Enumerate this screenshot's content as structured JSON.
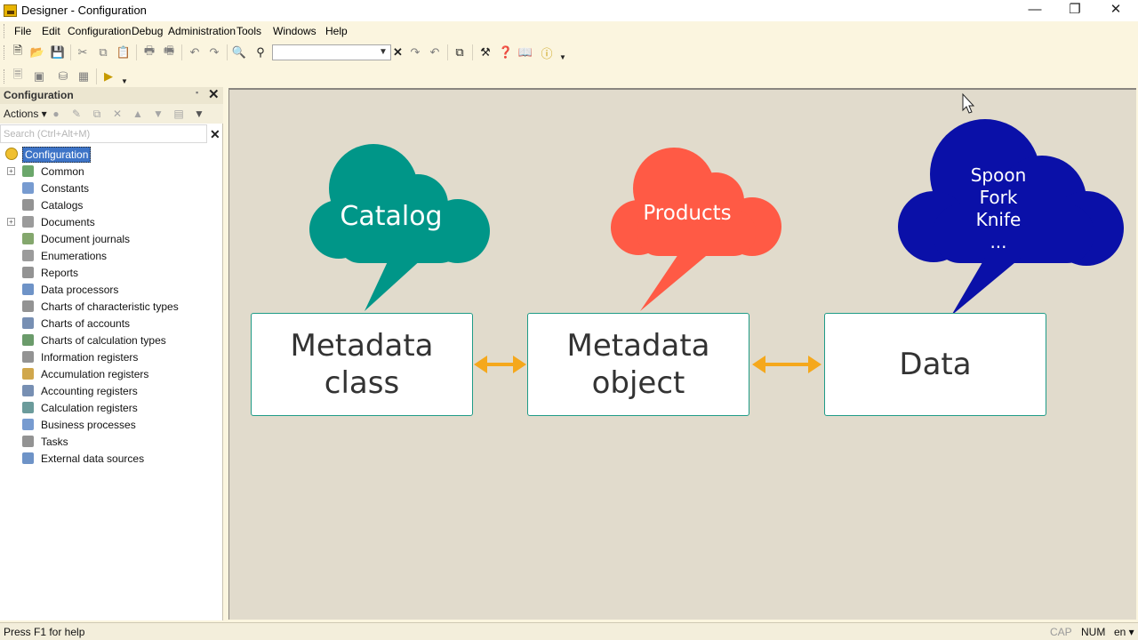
{
  "window": {
    "title": "Designer - Configuration"
  },
  "menu": [
    "File",
    "Edit",
    "Configuration",
    "Debug",
    "Administration",
    "Tools",
    "Windows",
    "Help"
  ],
  "panel": {
    "title": "Configuration",
    "actions_label": "Actions ▾",
    "search_placeholder": "Search (Ctrl+Alt+M)",
    "root": "Configuration",
    "items": [
      {
        "label": "Common",
        "icon": "common-icon",
        "expandable": true
      },
      {
        "label": "Constants",
        "icon": "constants-icon",
        "expandable": false
      },
      {
        "label": "Catalogs",
        "icon": "catalogs-icon",
        "expandable": false
      },
      {
        "label": "Documents",
        "icon": "documents-icon",
        "expandable": true
      },
      {
        "label": "Document journals",
        "icon": "document-journals-icon",
        "expandable": false
      },
      {
        "label": "Enumerations",
        "icon": "enumerations-icon",
        "expandable": false
      },
      {
        "label": "Reports",
        "icon": "reports-icon",
        "expandable": false
      },
      {
        "label": "Data processors",
        "icon": "data-processors-icon",
        "expandable": false
      },
      {
        "label": "Charts of characteristic types",
        "icon": "charts-characteristic-icon",
        "expandable": false
      },
      {
        "label": "Charts of accounts",
        "icon": "charts-accounts-icon",
        "expandable": false
      },
      {
        "label": "Charts of calculation types",
        "icon": "charts-calculation-icon",
        "expandable": false
      },
      {
        "label": "Information registers",
        "icon": "information-registers-icon",
        "expandable": false
      },
      {
        "label": "Accumulation registers",
        "icon": "accumulation-registers-icon",
        "expandable": false
      },
      {
        "label": "Accounting registers",
        "icon": "accounting-registers-icon",
        "expandable": false
      },
      {
        "label": "Calculation registers",
        "icon": "calculation-registers-icon",
        "expandable": false
      },
      {
        "label": "Business processes",
        "icon": "business-processes-icon",
        "expandable": false
      },
      {
        "label": "Tasks",
        "icon": "tasks-icon",
        "expandable": false
      },
      {
        "label": "External data sources",
        "icon": "external-data-sources-icon",
        "expandable": false
      }
    ]
  },
  "diagram": {
    "clouds": [
      {
        "text": "Catalog",
        "color": "#009688"
      },
      {
        "text": "Products",
        "color": "#ff5a45"
      },
      {
        "text": "Spoon\nFork\nKnife\n...",
        "color": "#0a10a8"
      }
    ],
    "boxes": [
      "Metadata\nclass",
      "Metadata\nobject",
      "Data"
    ],
    "arrow_color": "#f5a81c",
    "box_border_color": "#1f9b87"
  },
  "status": {
    "help": "Press F1 for help",
    "cap": "CAP",
    "num": "NUM",
    "lang": "en ▾"
  }
}
